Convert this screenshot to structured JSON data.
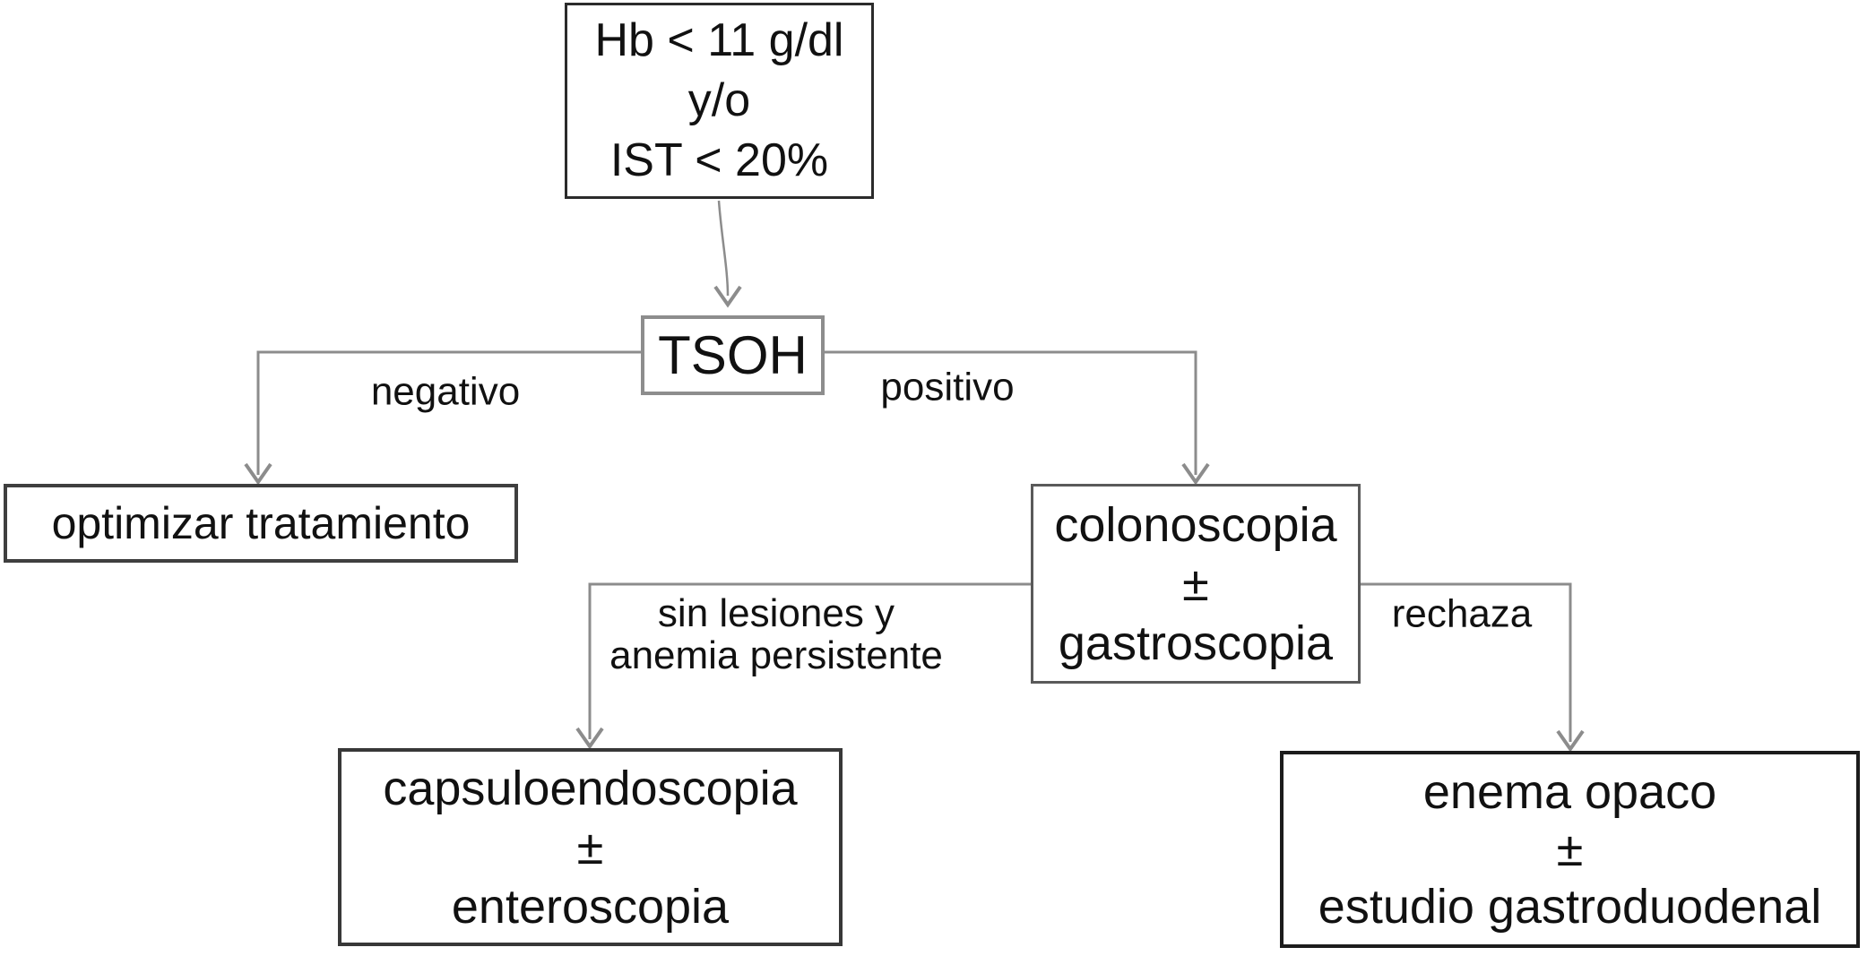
{
  "diagram": {
    "background": "#ffffff",
    "text_color": "#111111",
    "line_color": "#8c8c8c",
    "box_border_color": "#3f3f3f",
    "tsoh_border_color": "#8d8d8d",
    "nodes": {
      "hb_criteria": {
        "text": "Hb < 11 g/dl\ny/o\nIST < 20%"
      },
      "tsoh": {
        "text": "TSOH"
      },
      "optimizar": {
        "text": "optimizar tratamiento"
      },
      "colonoscopia": {
        "text": "colonoscopia\n±\ngastroscopia"
      },
      "capsuloendoscopia": {
        "text": "capsuloendoscopia\n±\nenteroscopia"
      },
      "enema_opaco": {
        "text": "enema opaco\n±\nestudio gastroduodenal"
      }
    },
    "edge_labels": {
      "negativo": "negativo",
      "positivo": "positivo",
      "sin_lesiones": "sin lesiones y\nanemia persistente",
      "rechaza": "rechaza"
    }
  }
}
